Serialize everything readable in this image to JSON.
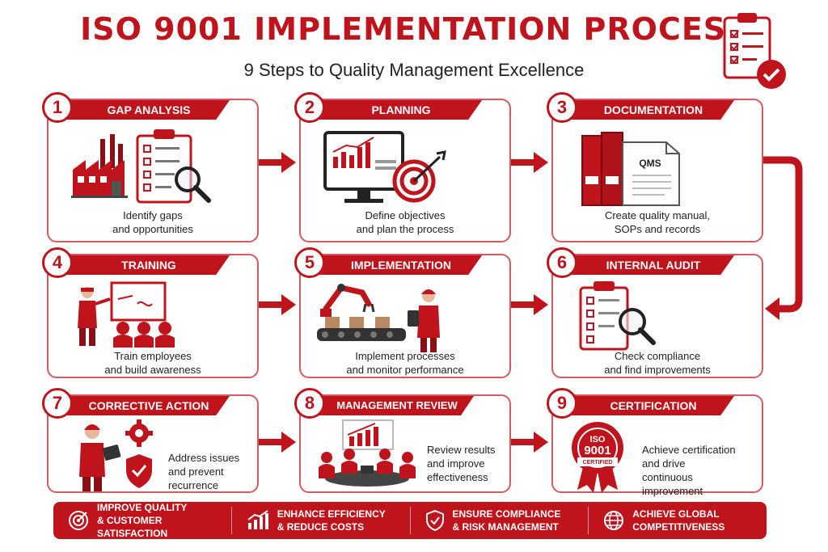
{
  "title": "ISO 9001 IMPLEMENTATION PROCESS",
  "subtitle": "9 Steps to Quality Management Excellence",
  "steps": [
    {
      "number": "1",
      "title": "GAP ANALYSIS",
      "line1": "Identify gaps",
      "line2": "and opportunities"
    },
    {
      "number": "2",
      "title": "PLANNING",
      "line1": "Define objectives",
      "line2": "and plan the process"
    },
    {
      "number": "3",
      "title": "DOCUMENTATION",
      "line1": "Create quality manual,",
      "line2": "SOPs and records",
      "doc_label": "QMS"
    },
    {
      "number": "4",
      "title": "TRAINING",
      "line1": "Train employees",
      "line2": "and build awareness"
    },
    {
      "number": "5",
      "title": "IMPLEMENTATION",
      "line1": "Implement processes",
      "line2": "and monitor performance"
    },
    {
      "number": "6",
      "title": "INTERNAL AUDIT",
      "line1": "Check compliance",
      "line2": "and find improvements"
    },
    {
      "number": "7",
      "title": "CORRECTIVE ACTION",
      "line1": "Address issues",
      "line2": "and prevent recurrence"
    },
    {
      "number": "8",
      "title": "MANAGEMENT REVIEW",
      "line1": "Review results",
      "line2": "and improve",
      "line3": "effectiveness"
    },
    {
      "number": "9",
      "title": "CERTIFICATION",
      "line1": "Achieve certification",
      "line2": "and drive",
      "line3": "continuous improvement",
      "seal_top": "ISO",
      "seal_num": "9001",
      "seal_ribbon": "CERTIFIED"
    }
  ],
  "benefits": [
    {
      "line1": "IMPROVE QUALITY",
      "line2": "& CUSTOMER SATISFACTION",
      "icon": "target-icon"
    },
    {
      "line1": "ENHANCE EFFICIENCY",
      "line2": "& REDUCE COSTS",
      "icon": "growth-chart-icon"
    },
    {
      "line1": "ENSURE COMPLIANCE",
      "line2": "& RISK MANAGEMENT",
      "icon": "shield-check-icon"
    },
    {
      "line1": "ACHIEVE GLOBAL",
      "line2": "COMPETITIVENESS",
      "icon": "globe-icon"
    }
  ],
  "colors": {
    "accent": "#c0141c",
    "border": "#d65a5f",
    "text": "#222222"
  }
}
